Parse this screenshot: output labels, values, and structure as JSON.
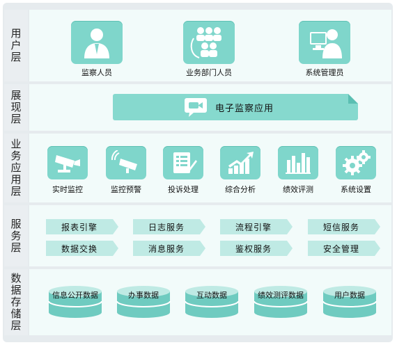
{
  "layers": {
    "user": {
      "label": "用户层",
      "items": [
        {
          "label": "监察人员",
          "icon": "person-suit-icon"
        },
        {
          "label": "业务部门人员",
          "icon": "group-icon"
        },
        {
          "label": "系统管理员",
          "icon": "admin-computer-icon"
        }
      ]
    },
    "presentation": {
      "label": "展现层",
      "app": {
        "label": "电子监察应用",
        "icon": "camera-chat-icon"
      }
    },
    "business": {
      "label": "业务应用层",
      "items": [
        {
          "label": "实时监控",
          "icon": "cctv-camera-icon"
        },
        {
          "label": "监控预警",
          "icon": "alert-camera-icon"
        },
        {
          "label": "投诉处理",
          "icon": "form-pen-icon"
        },
        {
          "label": "综合分析",
          "icon": "growth-chart-icon"
        },
        {
          "label": "绩效评测",
          "icon": "bar-chart-icon"
        },
        {
          "label": "系统设置",
          "icon": "gears-icon"
        }
      ]
    },
    "service": {
      "label": "服务层",
      "items": [
        "报表引擎",
        "日志服务",
        "流程引擎",
        "短信服务",
        "数据交换",
        "消息服务",
        "鉴权服务",
        "安全管理"
      ]
    },
    "data": {
      "label": "数据存储层",
      "items": [
        "信息公开数据",
        "办事数据",
        "互动数据",
        "绩效测评数据",
        "用户数据"
      ]
    }
  },
  "colors": {
    "accent": "#7fd6cb",
    "light": "#bfeae4",
    "cylinder": "#6fcbc0",
    "background": "#f2fbfa"
  }
}
